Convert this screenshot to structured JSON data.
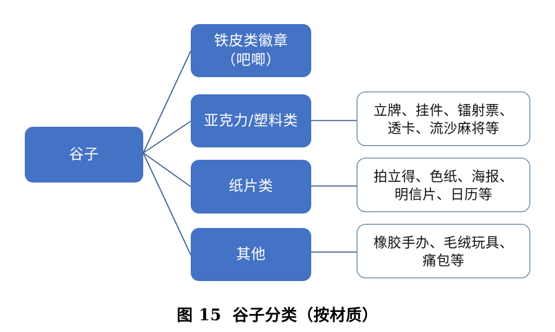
{
  "figure": {
    "caption_number": "图 15",
    "caption_title": "谷子分类（按材质）"
  },
  "colors": {
    "node_fill": "#4472C4",
    "node_fill_text": "#FFFFFF",
    "outline_border": "#3F6E93",
    "outline_fill": "#FFFFFF",
    "outline_text": "#111111",
    "connector": "#3F5E8C",
    "background": "#FFFFFF"
  },
  "diagram": {
    "type": "tree",
    "root": {
      "id": "root",
      "label": "谷子"
    },
    "categories": [
      {
        "id": "tin",
        "label": "铁皮类徽章\n（吧唧）",
        "items": null
      },
      {
        "id": "acrylic",
        "label": "亚克力/塑料类",
        "items": "立牌、挂件、镭射票、\n透卡、流沙麻将等"
      },
      {
        "id": "paper",
        "label": "纸片类",
        "items": "拍立得、色纸、海报、\n明信片、日历等"
      },
      {
        "id": "other",
        "label": "其他",
        "items": "橡胶手办、毛绒玩具、\n痛包等"
      }
    ]
  }
}
